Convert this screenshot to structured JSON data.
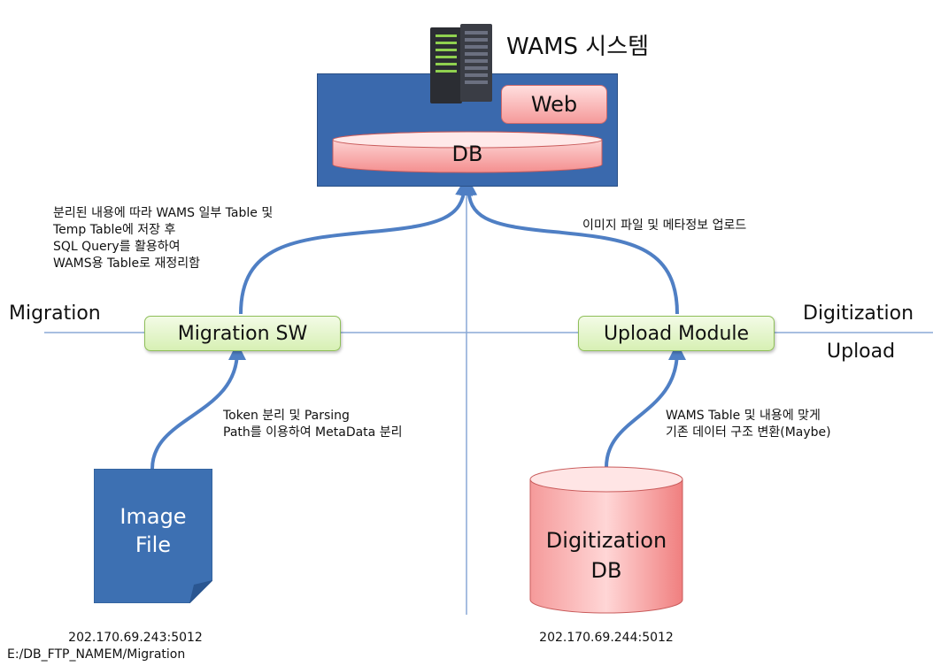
{
  "system": {
    "title": "WAMS 시스템",
    "web_label": "Web",
    "db_label": "DB",
    "server_icon": "server-rack-icon"
  },
  "side_labels": {
    "migration": "Migration",
    "digitization": "Digitization",
    "upload": "Upload"
  },
  "nodes": {
    "migration_sw": "Migration SW",
    "upload_module": "Upload Module",
    "image_file": [
      "Image",
      "File"
    ],
    "digitization_db": [
      "Digitization",
      "DB"
    ]
  },
  "notes": {
    "top_left": [
      "분리된 내용에 따라 WAMS 일부 Table 및",
      "Temp Table에 저장 후",
      "SQL Query를 활용하여",
      "WAMS용 Table로 재정리함"
    ],
    "top_right": "이미지 파일 및 메타정보 업로드",
    "bottom_left": [
      "Token 분리 및 Parsing",
      "Path를 이용하여 MetaData 분리"
    ],
    "bottom_right": [
      "WAMS Table 및 내용에 맞게",
      "기존 데이터 구조 변환(Maybe)"
    ]
  },
  "addresses": {
    "image_file": [
      "202.170.69.243:5012",
      "E:/DB_FTP_NAMEM/Migration"
    ],
    "digitization_db": "202.170.69.244:5012"
  },
  "colors": {
    "system_box": "#3a69ad",
    "connector": "#4f7fc4",
    "axis": "#8aa9d6",
    "image_file": "#3d70b2"
  }
}
